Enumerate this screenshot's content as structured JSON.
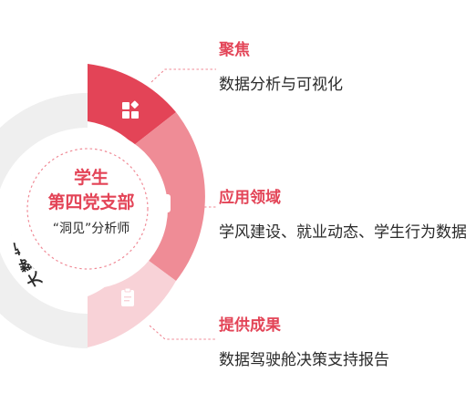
{
  "colors": {
    "accent": "#e34457",
    "segment_top": "#e34457",
    "segment_middle": "#ef8c96",
    "segment_bottom": "#f8d2d7",
    "outer_ring": "#efefef",
    "connector": "#f08a96",
    "text_dark": "#2a2a2a"
  },
  "ring": {
    "arc_label": "大数据与学科技术"
  },
  "center": {
    "line1": "学生",
    "line2": "第四党支部",
    "line3": "“洞见”分析师"
  },
  "segments": [
    {
      "icon": "dashboard-grid-icon"
    },
    {
      "icon": "id-badge-icon"
    },
    {
      "icon": "clipboard-icon"
    }
  ],
  "items": [
    {
      "title": "聚焦",
      "desc": "数据分析与可视化"
    },
    {
      "title": "应用领域",
      "desc": "学风建设、就业动态、学生行为数据"
    },
    {
      "title": "提供成果",
      "desc": "数据驾驶舱决策支持报告"
    }
  ]
}
